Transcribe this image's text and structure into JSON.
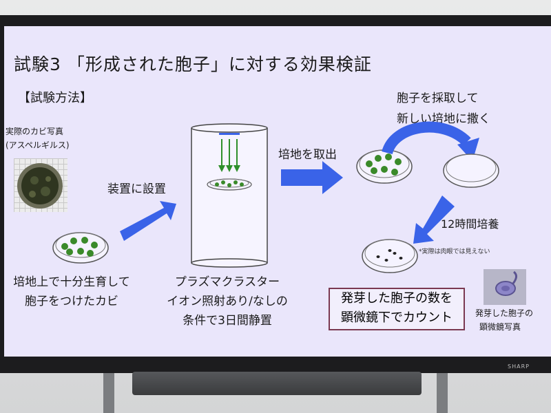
{
  "slide": {
    "title": "試験3 「形成された胞子」に対する効果検証",
    "section": "【試験方法】",
    "photo_caption_1": "実際のカビ写真",
    "photo_caption_2": "(アスペルギルス)",
    "step1_caption_1": "培地上で十分生育して",
    "step1_caption_2": "胞子をつけたカビ",
    "arrow1_label": "装置に設置",
    "device_caption_1": "プラズマクラスター",
    "device_caption_2": "イオン照射あり/なしの",
    "device_caption_3": "条件で3日間静置",
    "arrow2_label": "培地を取出",
    "step3_caption_1": "胞子を採取して",
    "step3_caption_2": "新しい培地に撒く",
    "arrow4_label": "12時間培養",
    "note": "*実際は肉眼では見えない",
    "count_1": "発芽した胞子の数を",
    "count_2": "顕微鏡下でカウント",
    "micro_caption_1": "発芽した胞子の",
    "micro_caption_2": "顕微鏡写真"
  },
  "display": {
    "brand": "SHARP"
  },
  "colors": {
    "screen_bg": "#eae6fb",
    "arrow_blue": "#3a63e8",
    "colony_green": "#3a8a2a",
    "ion_arrow_green": "#2e8f2a",
    "count_border": "#7a3850"
  },
  "icons": [
    "petri-dish-icon",
    "plasma-device-icon",
    "ion-arrow-icon",
    "block-arrow-icon",
    "curved-arrow-icon"
  ]
}
